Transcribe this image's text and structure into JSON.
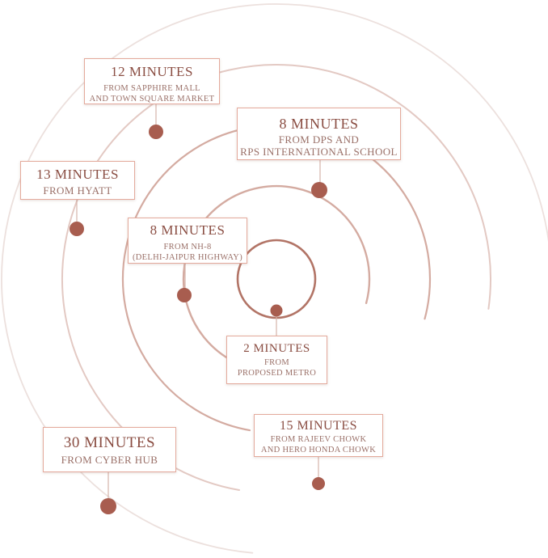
{
  "colors": {
    "ring_faint": "#ece0dd",
    "ring_light": "#e3c9c3",
    "ring_mid": "#d4aba1",
    "ring_dark": "#b27466",
    "dot": "#a85d4f",
    "box_border": "#e4aa9c",
    "text": "#8a4d42"
  },
  "callouts": [
    {
      "id": "sapphire",
      "title": "12 MINUTES",
      "lines": [
        "FROM SAPPHIRE MALL",
        "AND TOWN SQUARE MARKET"
      ]
    },
    {
      "id": "dps",
      "title": "8 MINUTES",
      "lines": [
        "FROM DPS AND",
        "RPS INTERNATIONAL SCHOOL"
      ]
    },
    {
      "id": "hyatt",
      "title": "13 MINUTES",
      "lines": [
        "FROM HYATT"
      ]
    },
    {
      "id": "nh8",
      "title": "8 MINUTES",
      "lines": [
        "FROM NH-8",
        "(DELHI-JAIPUR HIGHWAY)"
      ]
    },
    {
      "id": "metro",
      "title": "2 MINUTES",
      "lines": [
        "FROM",
        "PROPOSED METRO"
      ]
    },
    {
      "id": "rajeev",
      "title": "15 MINUTES",
      "lines": [
        "FROM RAJEEV CHOWK",
        "AND HERO HONDA CHOWK"
      ]
    },
    {
      "id": "cyberhub",
      "title": "30 MINUTES",
      "lines": [
        "FROM CYBER HUB"
      ]
    }
  ]
}
